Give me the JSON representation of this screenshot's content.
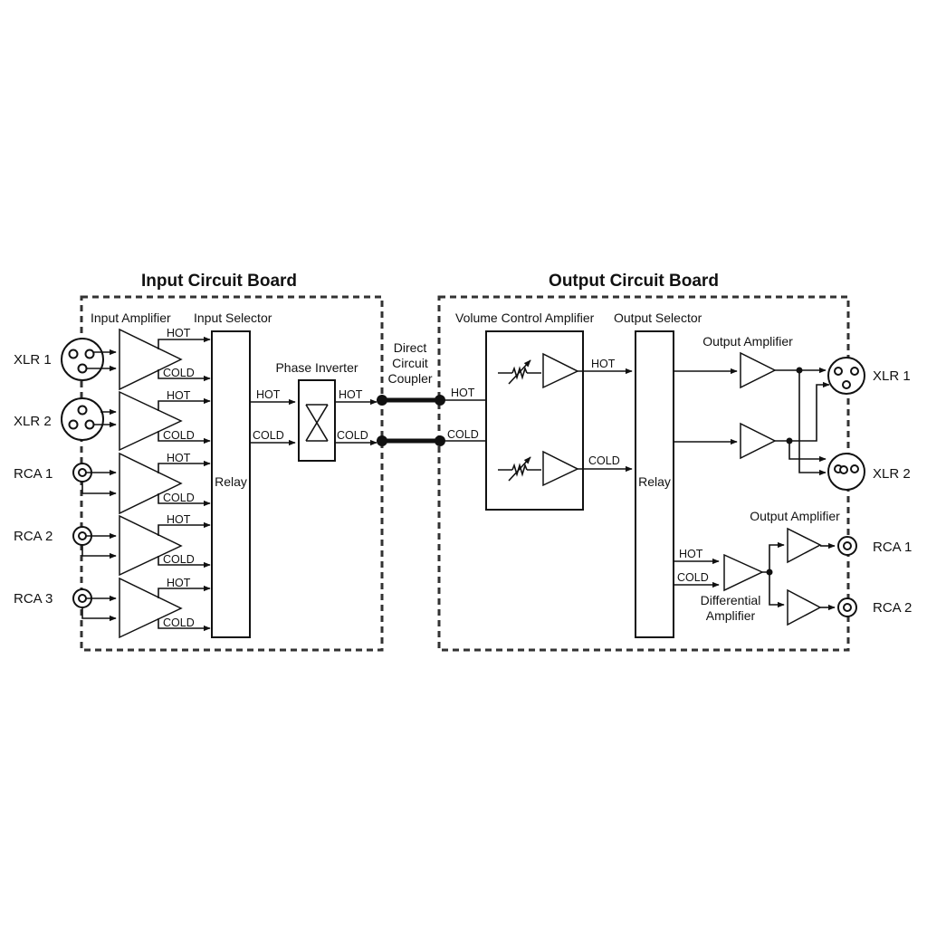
{
  "boards": {
    "input_title": "Input Circuit Board",
    "output_title": "Output Circuit Board"
  },
  "input_board": {
    "input_amplifier": "Input Amplifier",
    "input_selector": "Input Selector",
    "relay": "Relay",
    "phase_inverter": "Phase Inverter",
    "inputs": [
      "XLR 1",
      "XLR 2",
      "RCA 1",
      "RCA 2",
      "RCA 3"
    ],
    "hot": "HOT",
    "cold": "COLD"
  },
  "coupler": {
    "line1": "Direct",
    "line2": "Circuit",
    "line3": "Coupler"
  },
  "output_board": {
    "volume_control_amplifier": "Volume Control Amplifier",
    "output_selector": "Output Selector",
    "relay": "Relay",
    "output_amplifier": "Output Amplifier",
    "output_amplifier_rca": "Output Amplifier",
    "differential_line1": "Differential",
    "differential_line2": "Amplifier",
    "outputs": [
      "XLR 1",
      "XLR 2",
      "RCA 1",
      "RCA 2"
    ],
    "hot": "HOT",
    "cold": "COLD"
  }
}
